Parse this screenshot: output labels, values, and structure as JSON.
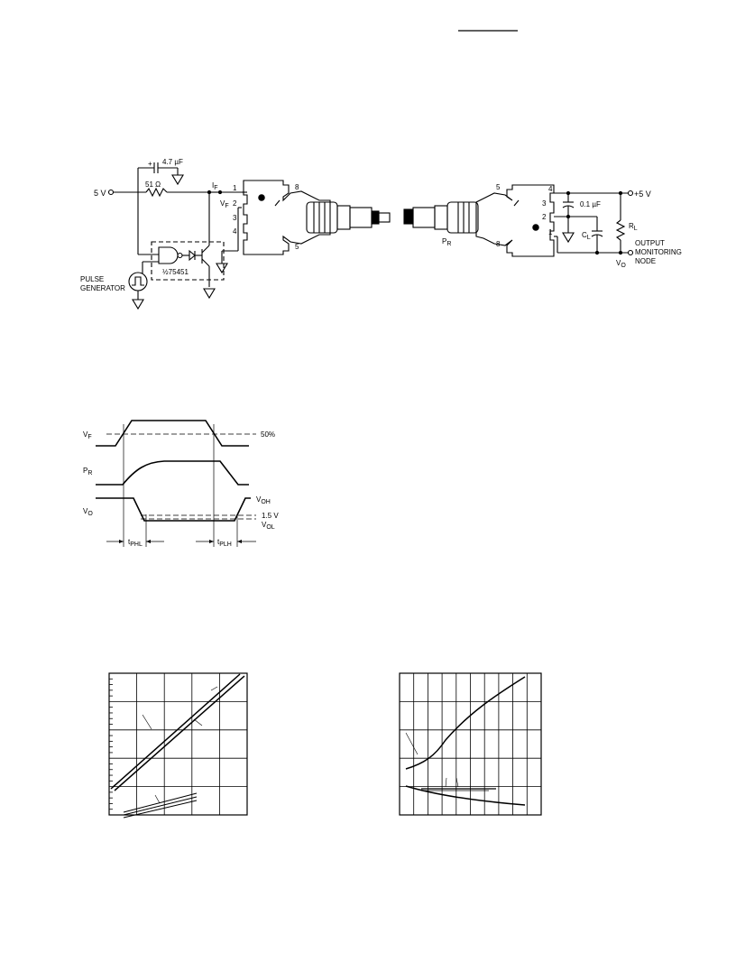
{
  "circuit": {
    "supply_left": "5 V",
    "cap_plus": "+",
    "cap_value": "4.7 µF",
    "resistor": "51 Ω",
    "if_label": "I",
    "if_sub": "F",
    "vf_label": "V",
    "vf_sub": "F",
    "driver_chip": "½75451",
    "pulse_gen_line1": "PULSE",
    "pulse_gen_line2": "GENERATOR",
    "tx_pins": [
      "1",
      "2",
      "3",
      "4",
      "5",
      "8"
    ],
    "rx_pins": [
      "5",
      "4",
      "3",
      "2",
      "1",
      "8"
    ],
    "pr_label": "P",
    "pr_sub": "R",
    "cap2_value": "0.1 µF",
    "cl_label": "C",
    "cl_sub": "L",
    "rl_label": "R",
    "rl_sub": "L",
    "supply_right": "+5 V",
    "output_line1": "OUTPUT",
    "output_line2": "MONITORING",
    "output_line3": "NODE",
    "vo_label": "V",
    "vo_sub": "O"
  },
  "timing": {
    "vf_label": "V",
    "vf_sub": "F",
    "pr_label": "P",
    "pr_sub": "R",
    "vo_label": "V",
    "vo_sub": "O",
    "pct50": "50%",
    "voh_label": "V",
    "voh_sub": "OH",
    "v15": "1.5 V",
    "vol_label": "V",
    "vol_sub": "OL",
    "tphl_label": "t",
    "tphl_sub": "PHL",
    "tplh_label": "t",
    "tplh_sub": "PLH"
  },
  "graphs": {
    "left": {
      "grid_cols": 5,
      "grid_rows": 5,
      "minor_ticks_left": 5
    },
    "right": {
      "grid_cols": 10,
      "grid_rows": 5
    }
  }
}
